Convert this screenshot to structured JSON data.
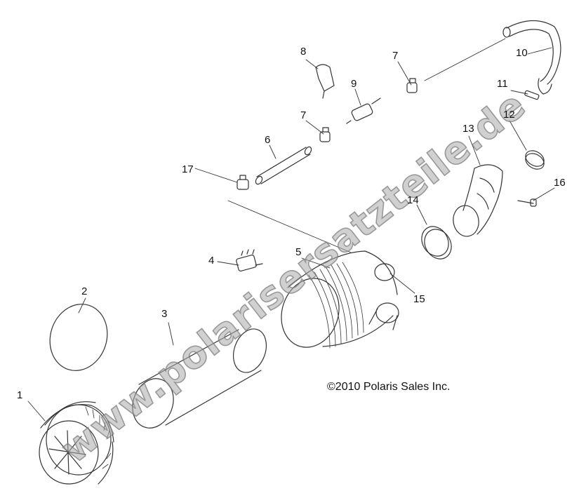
{
  "callouts": {
    "c1": "1",
    "c2": "2",
    "c3": "3",
    "c4": "4",
    "c5": "5",
    "c6": "6",
    "c7a": "7",
    "c7b": "7",
    "c8": "8",
    "c9": "9",
    "c10": "10",
    "c11": "11",
    "c12": "12",
    "c13": "13",
    "c14": "14",
    "c15": "15",
    "c16": "16",
    "c17": "17"
  },
  "copyright": "©2010 Polaris Sales Inc.",
  "watermark": "www.polarisersatzteile.de",
  "colors": {
    "line": "#333333",
    "watermark": "#aaaaaa",
    "background": "#ffffff"
  }
}
